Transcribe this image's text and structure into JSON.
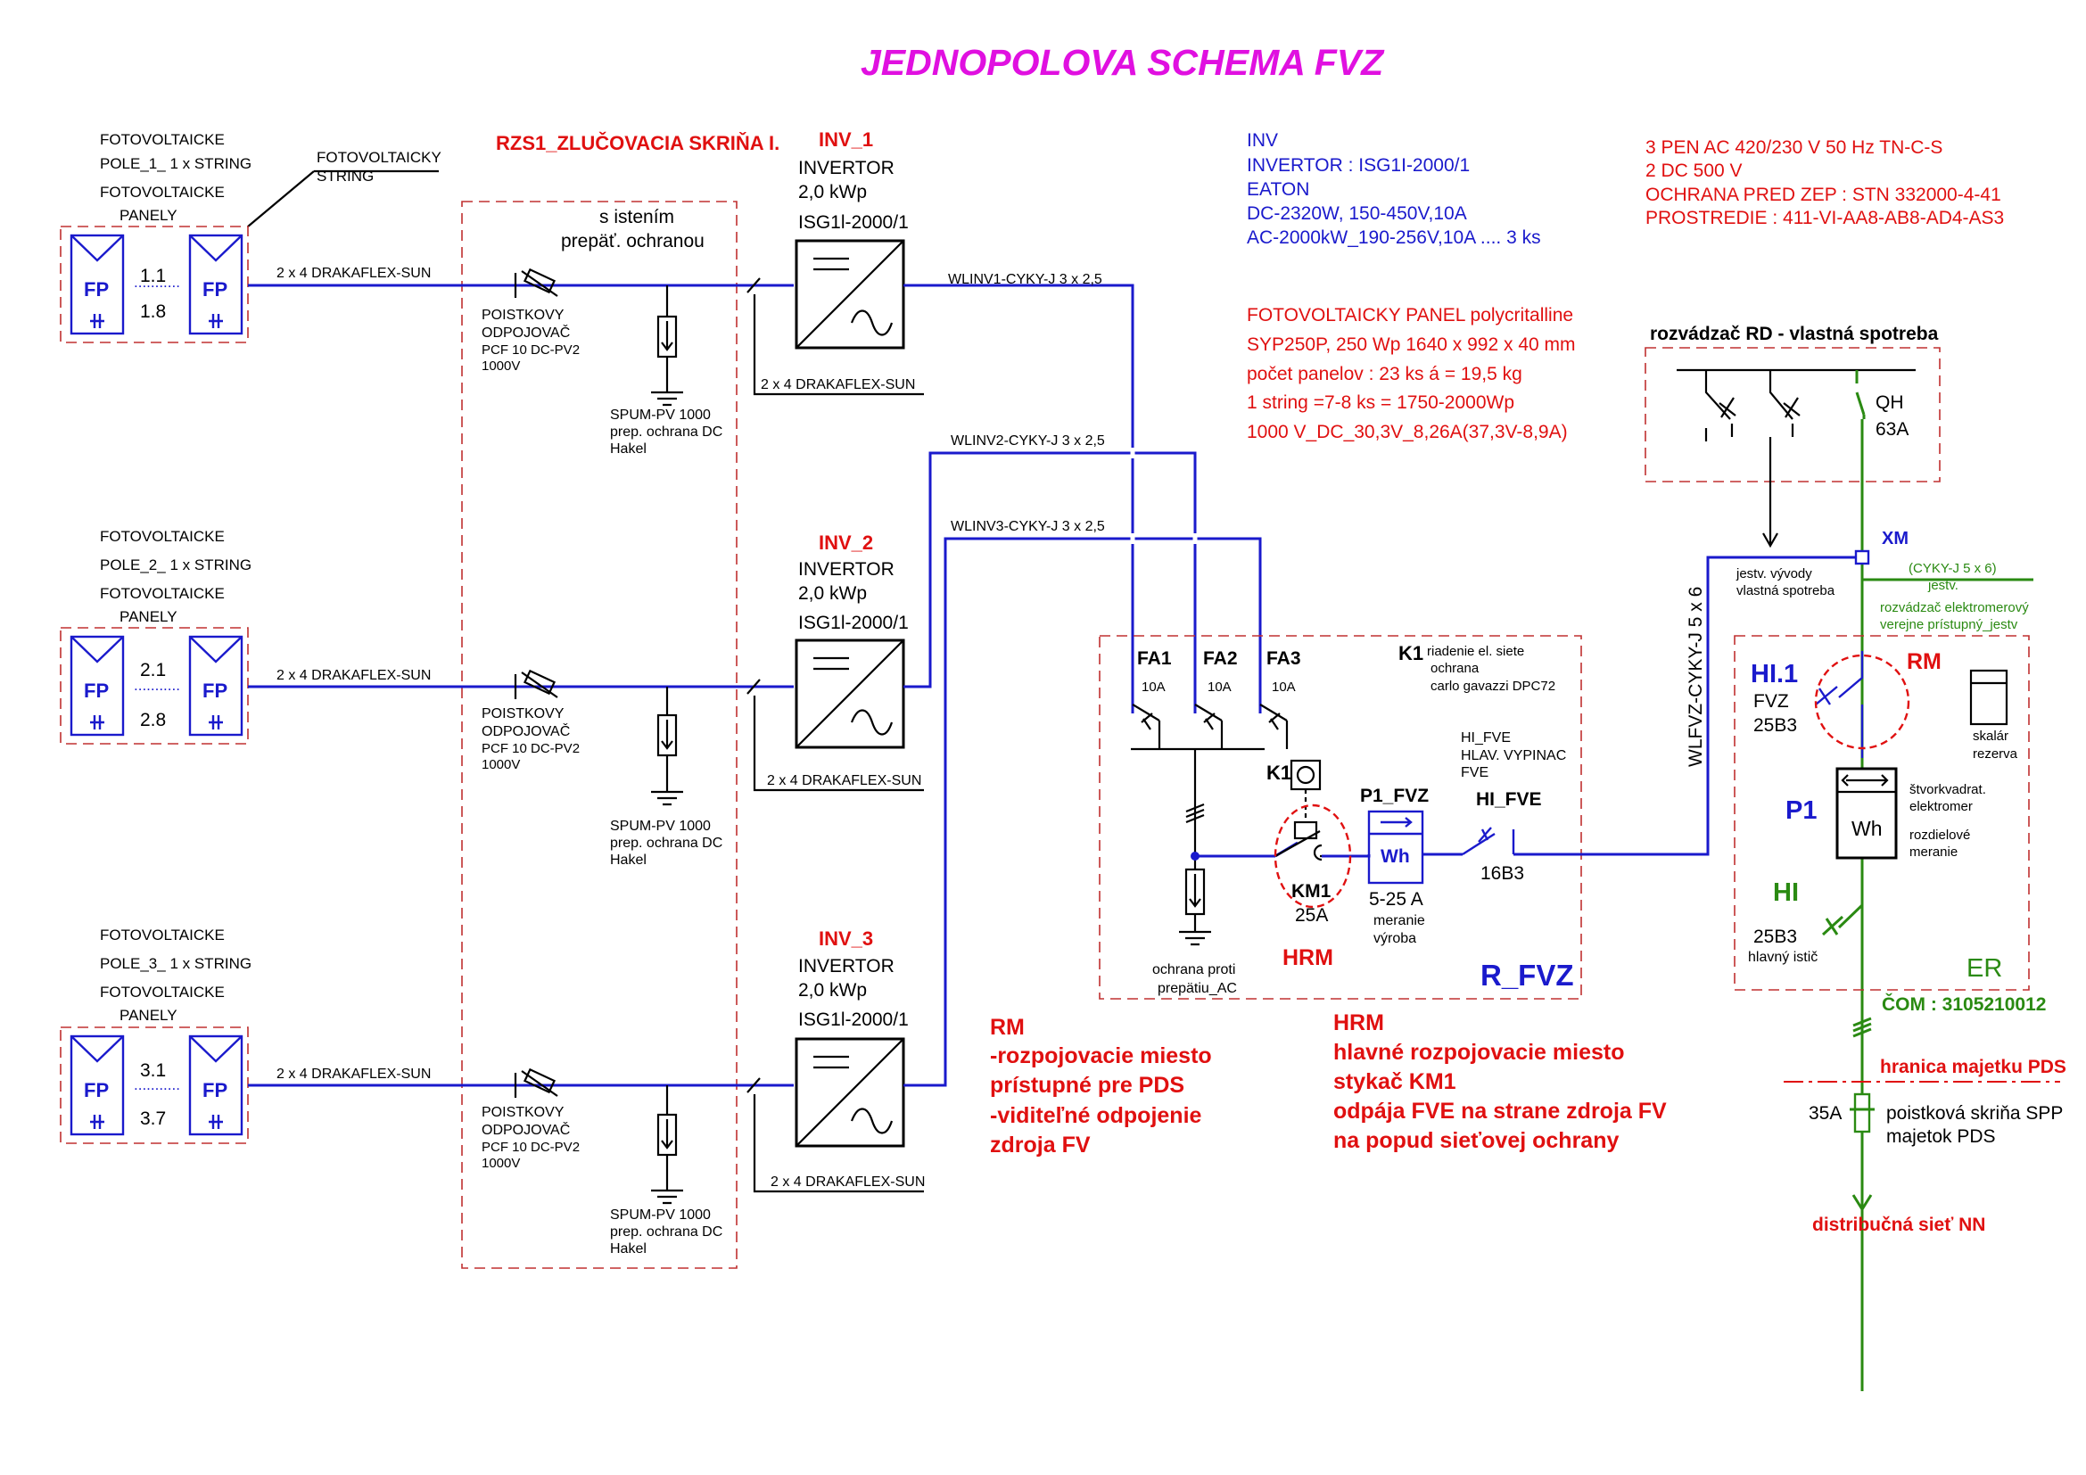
{
  "title": "JEDNOPOLOVA  SCHEMA  FVZ",
  "colors": {
    "blue": "#1a1acc",
    "red": "#e01010",
    "green": "#2a8a12",
    "magenta": "#e010e0",
    "dash": "#c03030"
  },
  "combiner": {
    "title": "RZS1_ZLUČOVACIA  SKRIŇA I.",
    "note1": "s istením",
    "note2": "prepäť. ochranou"
  },
  "pv_string_label": [
    "FOTOVOLTAICKY",
    "STRING"
  ],
  "fp": "FP",
  "dots": "...........",
  "fields": [
    {
      "l1": "FOTOVOLTAICKE",
      "l2": "POLE_1_ 1 x STRING",
      "l3": "FOTOVOLTAICKE",
      "l4": "PANELY",
      "top": "1.1",
      "bottom": "1.8",
      "cable": "2 x 4 DRAKAFLEX-SUN",
      "fuse": [
        "POISTKOVY",
        "ODPOJOVAČ",
        "PCF 10 DC-PV2",
        "1000V"
      ],
      "spd": [
        "SPUM-PV 1000",
        "prep. ochrana DC",
        "Hakel"
      ],
      "inv": {
        "name": "INV_1",
        "l1": "INVERTOR",
        "l2": "2,0 kWp",
        "l3": "ISG1l-2000/1"
      },
      "cable2": "2 x 4 DRAKAFLEX-SUN",
      "ac": "WLINV1-CYKY-J  3 x 2,5"
    },
    {
      "l1": "FOTOVOLTAICKE",
      "l2": "POLE_2_ 1 x STRING",
      "l3": "FOTOVOLTAICKE",
      "l4": "PANELY",
      "top": "2.1",
      "bottom": "2.8",
      "cable": "2 x 4 DRAKAFLEX-SUN",
      "fuse": [
        "POISTKOVY",
        "ODPOJOVAČ",
        "PCF 10 DC-PV2",
        "1000V"
      ],
      "spd": [
        "SPUM-PV 1000",
        "prep. ochrana DC",
        "Hakel"
      ],
      "inv": {
        "name": "INV_2",
        "l1": "INVERTOR",
        "l2": "2,0 kWp",
        "l3": "ISG1l-2000/1"
      },
      "cable2": "2 x 4 DRAKAFLEX-SUN",
      "ac": "WLINV2-CYKY-J  3 x 2,5"
    },
    {
      "l1": "FOTOVOLTAICKE",
      "l2": "POLE_3_ 1 x STRING",
      "l3": "FOTOVOLTAICKE",
      "l4": "PANELY",
      "top": "3.1",
      "bottom": "3.7",
      "cable": "2 x 4 DRAKAFLEX-SUN",
      "fuse": [
        "POISTKOVY",
        "ODPOJOVAČ",
        "PCF 10 DC-PV2",
        "1000V"
      ],
      "spd": [
        "SPUM-PV 1000",
        "prep. ochrana DC",
        "Hakel"
      ],
      "inv": {
        "name": "INV_3",
        "l1": "INVERTOR",
        "l2": "2,0 kWp",
        "l3": "ISG1l-2000/1"
      },
      "cable2": "2 x 4 DRAKAFLEX-SUN",
      "ac": "WLINV3-CYKY-J  3 x 2,5"
    }
  ],
  "inv_info": [
    "INV",
    "INVERTOR : ISG1I-2000/1",
    "EATON",
    "DC-2320W, 150-450V,10A",
    "AC-2000kW_190-256V,10A  .... 3 ks"
  ],
  "panel_info": [
    "FOTOVOLTAICKY  PANEL  polycritalline",
    "SYP250P,  250 Wp   1640 x 992 x 40 mm",
    "počet  panelov :   23 ks   á = 19,5 kg",
    "1 string =7-8 ks = 1750-2000Wp",
    "1000 V_DC_30,3V_8,26A(37,3V-8,9A)"
  ],
  "grid_info": [
    "3 PEN  AC  420/230 V  50 Hz    TN-C-S",
    "2  DC   500 V",
    "OCHRANA  PRED  ZEP :  STN 332000-4-41",
    "PROSTREDIE : 411-VI-AA8-AB8-AD4-AS3"
  ],
  "rfvz": {
    "name": "R_FVZ",
    "fa": [
      {
        "n": "FA1",
        "r": "10A"
      },
      {
        "n": "FA2",
        "r": "10A"
      },
      {
        "n": "FA3",
        "r": "10A"
      }
    ],
    "k1": "K1",
    "k1_desc": [
      "riadenie  el. siete",
      "ochrana",
      "carlo gavazzi DPC72"
    ],
    "k1_label": "K1",
    "km1": "KM1",
    "km1_r": "25A",
    "hrm": "HRM",
    "p1": "P1_FVZ",
    "wh": "Wh",
    "meter": [
      "5-25 A",
      "meranie",
      "výroba"
    ],
    "hi_desc": [
      "HI_FVE",
      "HLAV. VYPINAC",
      "FVE"
    ],
    "hi": "HI_FVE",
    "hi_r": "16B3",
    "spd_ac": [
      "ochrana proti",
      "prepätiu_AC"
    ]
  },
  "rd": {
    "title": "rozvádzač RD - vlastná spotreba",
    "qh": "QH",
    "qh_r": "63A",
    "xm": "XM",
    "feeder": [
      "jestv. vývody",
      "vlastná spotreba"
    ],
    "cable": "WLFVZ-CYKY-J  5 x 6",
    "cable_green": [
      "(CYKY-J  5 x 6)",
      "jestv."
    ]
  },
  "er": {
    "desc": [
      "rozvádzač elektromerový",
      "verejne prístupný_jestv"
    ],
    "hi1": "HI.1",
    "fvz": "FVZ",
    "fvz_r": "25B3",
    "rm": "RM",
    "skalar": [
      "skalár",
      "rezerva"
    ],
    "p1": "P1",
    "wh": "Wh",
    "meter": [
      "štvorkvadrat.",
      "elektromer",
      "rozdielové",
      "meranie"
    ],
    "hi": "HI",
    "hi_r": "25B3",
    "hi_desc": "hlavný istič",
    "name": "ER",
    "com": "ČOM : 3105210012"
  },
  "spp": {
    "border": "hranica majetku PDS",
    "rating": "35A",
    "desc1": "poistková skriňa SPP",
    "desc2": "majetok PDS",
    "grid": "distribučná sieť NN"
  },
  "notes_rm": [
    "RM",
    "-rozpojovacie miesto",
    "prístupné pre PDS",
    "-viditeľné odpojenie",
    "zdroja FV"
  ],
  "notes_hrm": [
    "HRM",
    "hlavné rozpojovacie miesto",
    "stykač KM1",
    "odpája FVE na strane zdroja FV",
    "na popud sieťovej ochrany"
  ]
}
